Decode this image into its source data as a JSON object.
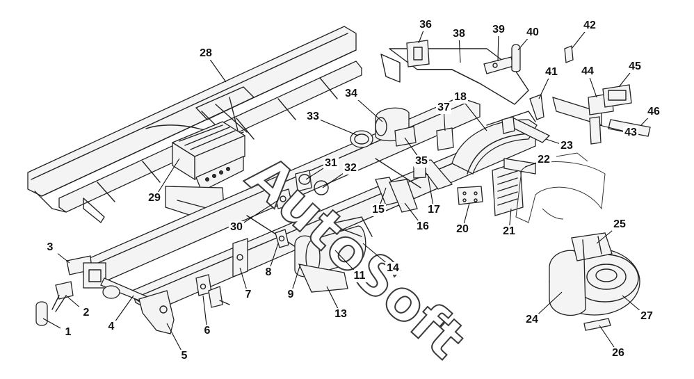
{
  "figure": {
    "watermark_text": "AutoSoft",
    "callouts": [
      {
        "id": 1,
        "label": "1"
      },
      {
        "id": 2,
        "label": "2"
      },
      {
        "id": 3,
        "label": "3"
      },
      {
        "id": 4,
        "label": "4"
      },
      {
        "id": 5,
        "label": "5"
      },
      {
        "id": 6,
        "label": "6"
      },
      {
        "id": 7,
        "label": "7"
      },
      {
        "id": 8,
        "label": "8"
      },
      {
        "id": 9,
        "label": "9"
      },
      {
        "id": 11,
        "label": "11"
      },
      {
        "id": 13,
        "label": "13"
      },
      {
        "id": 14,
        "label": "14"
      },
      {
        "id": 15,
        "label": "15"
      },
      {
        "id": 16,
        "label": "16"
      },
      {
        "id": 17,
        "label": "17"
      },
      {
        "id": 18,
        "label": "18"
      },
      {
        "id": 20,
        "label": "20"
      },
      {
        "id": 21,
        "label": "21"
      },
      {
        "id": 22,
        "label": "22"
      },
      {
        "id": 23,
        "label": "23"
      },
      {
        "id": 24,
        "label": "24"
      },
      {
        "id": 25,
        "label": "25"
      },
      {
        "id": 26,
        "label": "26"
      },
      {
        "id": 27,
        "label": "27"
      },
      {
        "id": 28,
        "label": "28"
      },
      {
        "id": 29,
        "label": "29"
      },
      {
        "id": 30,
        "label": "30"
      },
      {
        "id": 31,
        "label": "31"
      },
      {
        "id": 32,
        "label": "32"
      },
      {
        "id": 33,
        "label": "33"
      },
      {
        "id": 34,
        "label": "34"
      },
      {
        "id": 35,
        "label": "35"
      },
      {
        "id": 36,
        "label": "36"
      },
      {
        "id": 37,
        "label": "37"
      },
      {
        "id": 38,
        "label": "38"
      },
      {
        "id": 39,
        "label": "39"
      },
      {
        "id": 40,
        "label": "40"
      },
      {
        "id": 41,
        "label": "41"
      },
      {
        "id": 42,
        "label": "42"
      },
      {
        "id": 43,
        "label": "43"
      },
      {
        "id": 44,
        "label": "44"
      },
      {
        "id": 45,
        "label": "45"
      },
      {
        "id": 46,
        "label": "46"
      }
    ]
  }
}
